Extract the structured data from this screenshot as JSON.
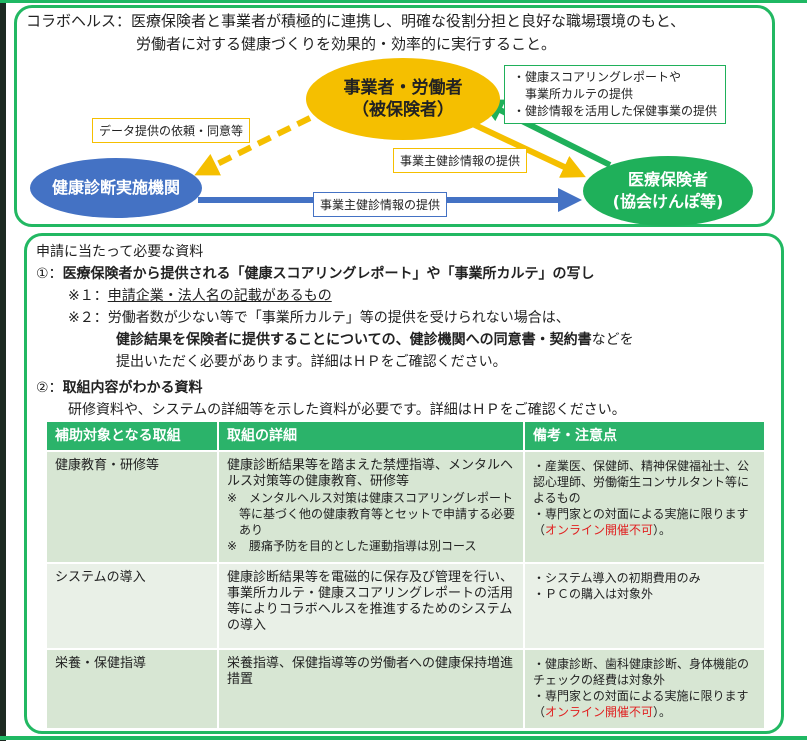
{
  "intro": {
    "line1": "コラボヘルス：医療保険者と事業者が積極的に連携し、明確な役割分担と良好な職場環境のもと、",
    "line2": "労働者に対する健康づくりを効果的・効率的に実行すること。"
  },
  "diagram": {
    "employer": {
      "line1": "事業者・労働者",
      "line2": "（被保険者）"
    },
    "clinic": "健康診断実施機関",
    "insurer": {
      "line1": "医療保険者",
      "line2": "(協会けんぽ等)"
    },
    "label_request": "データ提供の依頼・同意等",
    "label_employer_to_insurer": "事業主健診情報の提供",
    "label_clinic_to_insurer": "事業主健診情報の提供",
    "insurer_provides": [
      "・健康スコアリングレポートや",
      "　事業所カルテの提供",
      "・健診情報を活用した保健事業の提供"
    ],
    "colors": {
      "yellow": "#f5bf00",
      "blue": "#4472c4",
      "green": "#1fb05a"
    }
  },
  "requirements": {
    "title": "申請に当たって必要な資料",
    "item1": {
      "num": "①：",
      "title": "医療保険者から提供される「健康スコアリングレポート」や「事業所カルテ」の写し",
      "note1_prefix": "※１：",
      "note1": "申請企業・法人名の記載があるもの",
      "note2_prefix": "※２：",
      "note2": "労働者数が少ない等で「事業所カルテ」等の提供を受けられない場合は、",
      "note2_bold": "健診結果を保険者に提供することについての、健診機関への同意書・契約書",
      "note2_tail": "などを",
      "note2_line3": "提出いただく必要があります。詳細はＨＰをご確認ください。"
    },
    "item2": {
      "num": "②：",
      "title": "取組内容がわかる資料",
      "desc": "研修資料や、システムの詳細等を示した資料が必要です。詳細はＨＰをご確認ください。"
    }
  },
  "table": {
    "headers": [
      "補助対象となる取組",
      "取組の詳細",
      "備考・注意点"
    ],
    "rows": [
      {
        "name": "健康教育・研修等",
        "detail": "健康診断結果等を踏まえた禁煙指導、メンタルヘルス対策等の健康教育、研修等",
        "sub": [
          "※　メンタルヘルス対策は健康スコアリングレポート等に基づく他の健康教育等とセットで申請する必要あり",
          "※　腰痛予防を目的とした運動指導は別コース"
        ],
        "notes": [
          "・産業医、保健師、精神保健福祉士、公認心理師、労働衛生コンサルタント等によるもの",
          "・専門家との対面による実施に限ります（"
        ],
        "red": "オンライン開催不可",
        "tail": "）。"
      },
      {
        "name": "システムの導入",
        "detail": "健康診断結果等を電磁的に保存及び管理を行い、事業所カルテ・健康スコアリングレポートの活用等によりコラボヘルスを推進するためのシステムの導入",
        "notes": [
          "・システム導入の初期費用のみ",
          "・ＰＣの購入は対象外"
        ]
      },
      {
        "name": "栄養・保健指導",
        "detail": "栄養指導、保健指導等の労働者への健康保持増進措置",
        "notes": [
          "・健康診断、歯科健康診断、身体機能のチェックの経費は対象外",
          "・専門家との対面による実施に限ります（"
        ],
        "red": "オンライン開催不可",
        "tail": "）。"
      }
    ]
  }
}
